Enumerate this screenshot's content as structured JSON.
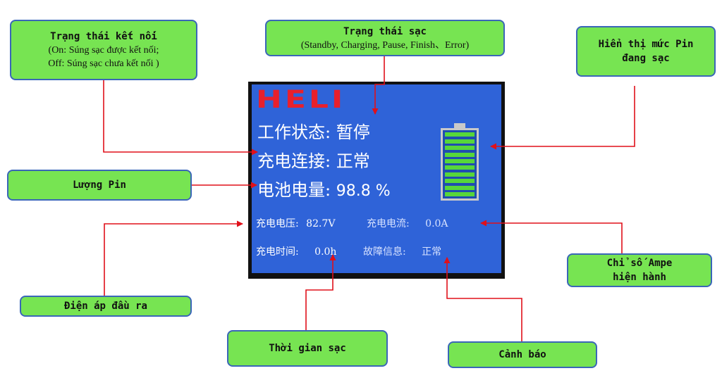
{
  "callouts": {
    "connection": {
      "title": "Trạng thái kết nối",
      "line1": "(On:  Súng sạc được kết nối;",
      "line2": "Off:  Súng sạc chưa kết nối )"
    },
    "charge_state": {
      "title": "Trạng thái sạc",
      "line1": "(Standby, Charging, Pause, Finish、Error)"
    },
    "battery_level": {
      "line1": "Hiển thị mức Pin",
      "line2": "đang sạc"
    },
    "battery_amount": {
      "title": "Lượng Pin"
    },
    "current": {
      "line1": "Chỉ số Ampe",
      "line2": "hiện hành"
    },
    "output_voltage": {
      "title": "Điện áp đầu ra"
    },
    "charge_time": {
      "title": "Thời gian sạc"
    },
    "warning": {
      "title": "Cảnh báo"
    }
  },
  "screen": {
    "logo": "HELI",
    "work_status_label": "工作状态:",
    "work_status_value": "暂停",
    "connection_label": "充电连接:",
    "connection_value": "正常",
    "soc_label": "电池电量:",
    "soc_value": "98.8 %",
    "voltage_label": "充电电压:",
    "voltage_value": "82.7V",
    "current_label": "充电电流:",
    "current_value": "0.0A",
    "time_label": "充电时间:",
    "time_value": "0.0h",
    "fault_label": "故障信息:",
    "fault_value": "正常"
  },
  "battery_fill_fraction": 0.988,
  "colors": {
    "callout_fill": "#77e452",
    "callout_border": "#3a66b8",
    "lcd": "#2f63d8",
    "arrow": "#e0101a",
    "logo": "#e8202c"
  }
}
